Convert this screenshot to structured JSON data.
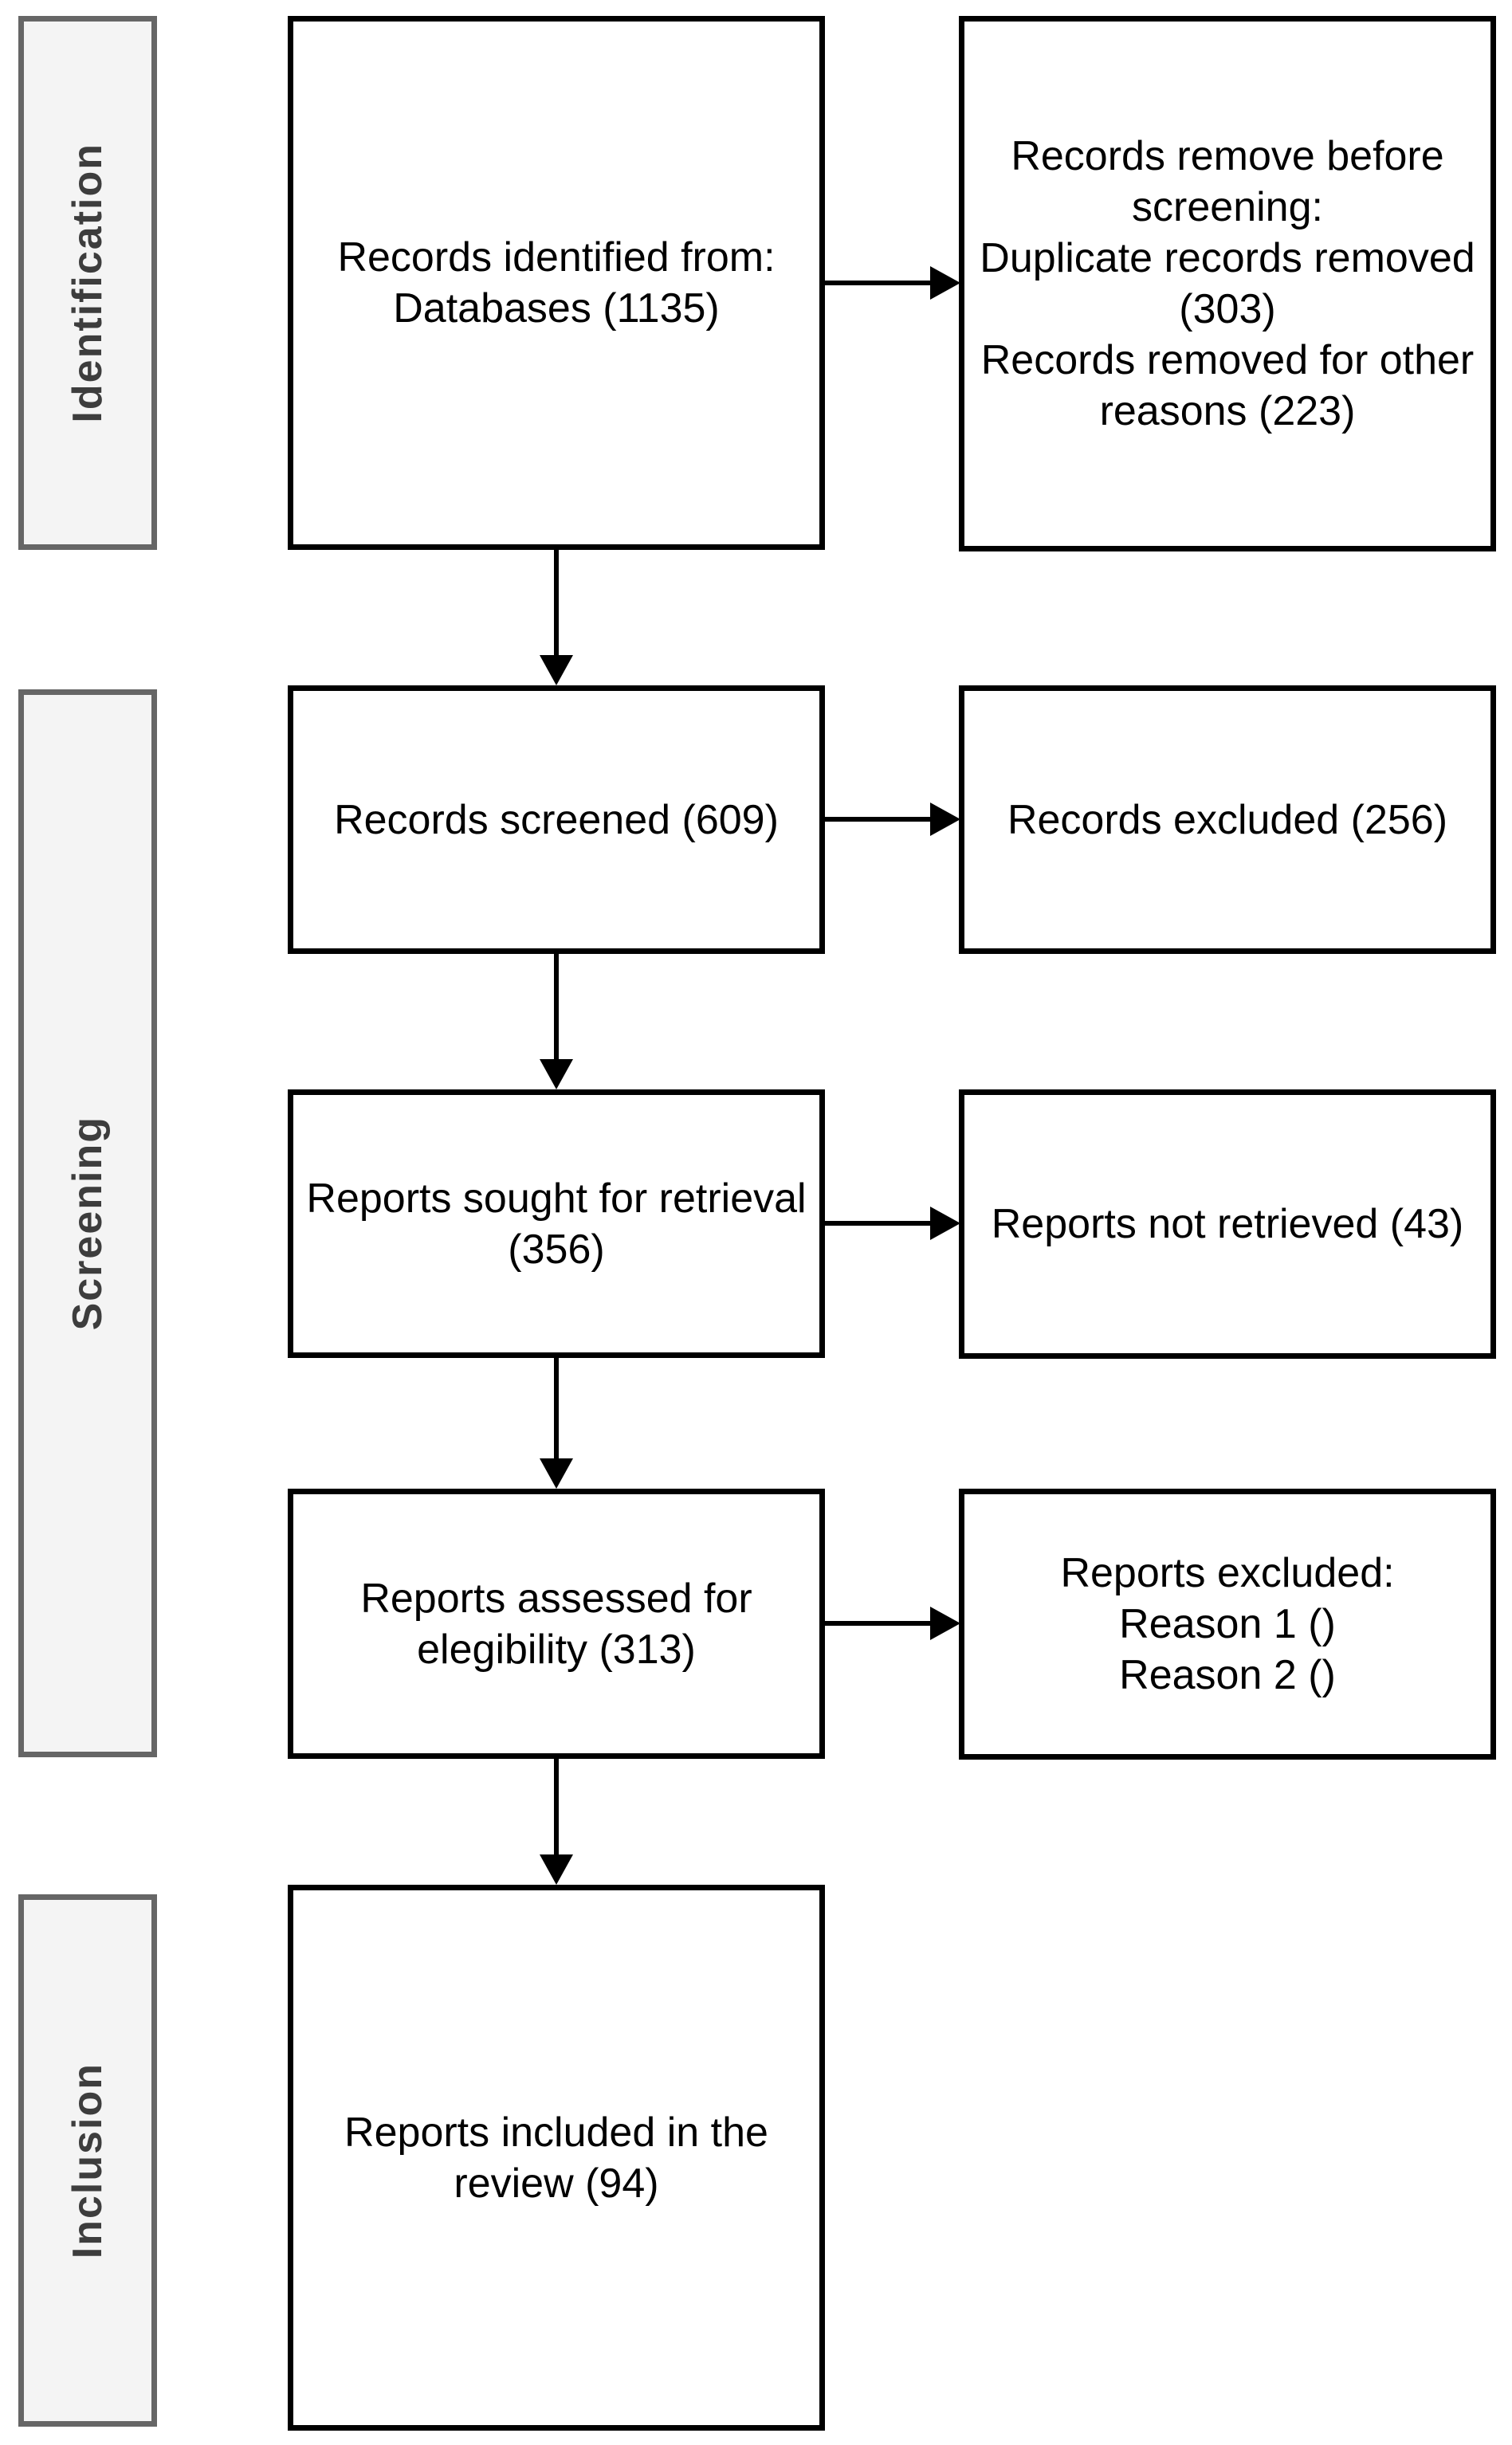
{
  "diagram": {
    "type": "prisma-flow",
    "stages": [
      {
        "label": "Identification"
      },
      {
        "label": "Screening"
      },
      {
        "label": "Inclusion"
      }
    ],
    "main_boxes": [
      {
        "text": "Records identified from:\nDatabases (1135)"
      },
      {
        "text": "Records screened (609)"
      },
      {
        "text": "Reports sought for retrieval\n(356)"
      },
      {
        "text": "Reports assessed for\nelegibility (313)"
      },
      {
        "text": "Reports included in the\nreview (94)"
      }
    ],
    "side_boxes": [
      {
        "text": "Records remove before\nscreening:\nDuplicate records removed\n(303)\nRecords removed for other\nreasons (223)"
      },
      {
        "text": "Records excluded (256)"
      },
      {
        "text": "Reports not retrieved (43)"
      },
      {
        "text": "Reports excluded:\nReason 1 ()\nReason 2 ()"
      }
    ],
    "counts": {
      "databases_identified": 1135,
      "duplicates_removed": 303,
      "removed_other_reasons": 223,
      "records_screened": 609,
      "records_excluded": 256,
      "reports_sought": 356,
      "reports_not_retrieved": 43,
      "reports_assessed": 313,
      "reports_included": 94
    },
    "colors": {
      "box_border": "#000000",
      "box_fill": "#ffffff",
      "text": "#000000",
      "stage_fill": "#f4f4f4",
      "stage_border": "#666666",
      "stage_text": "#3d3d3d",
      "arrow": "#000000",
      "background": "#ffffff"
    }
  }
}
